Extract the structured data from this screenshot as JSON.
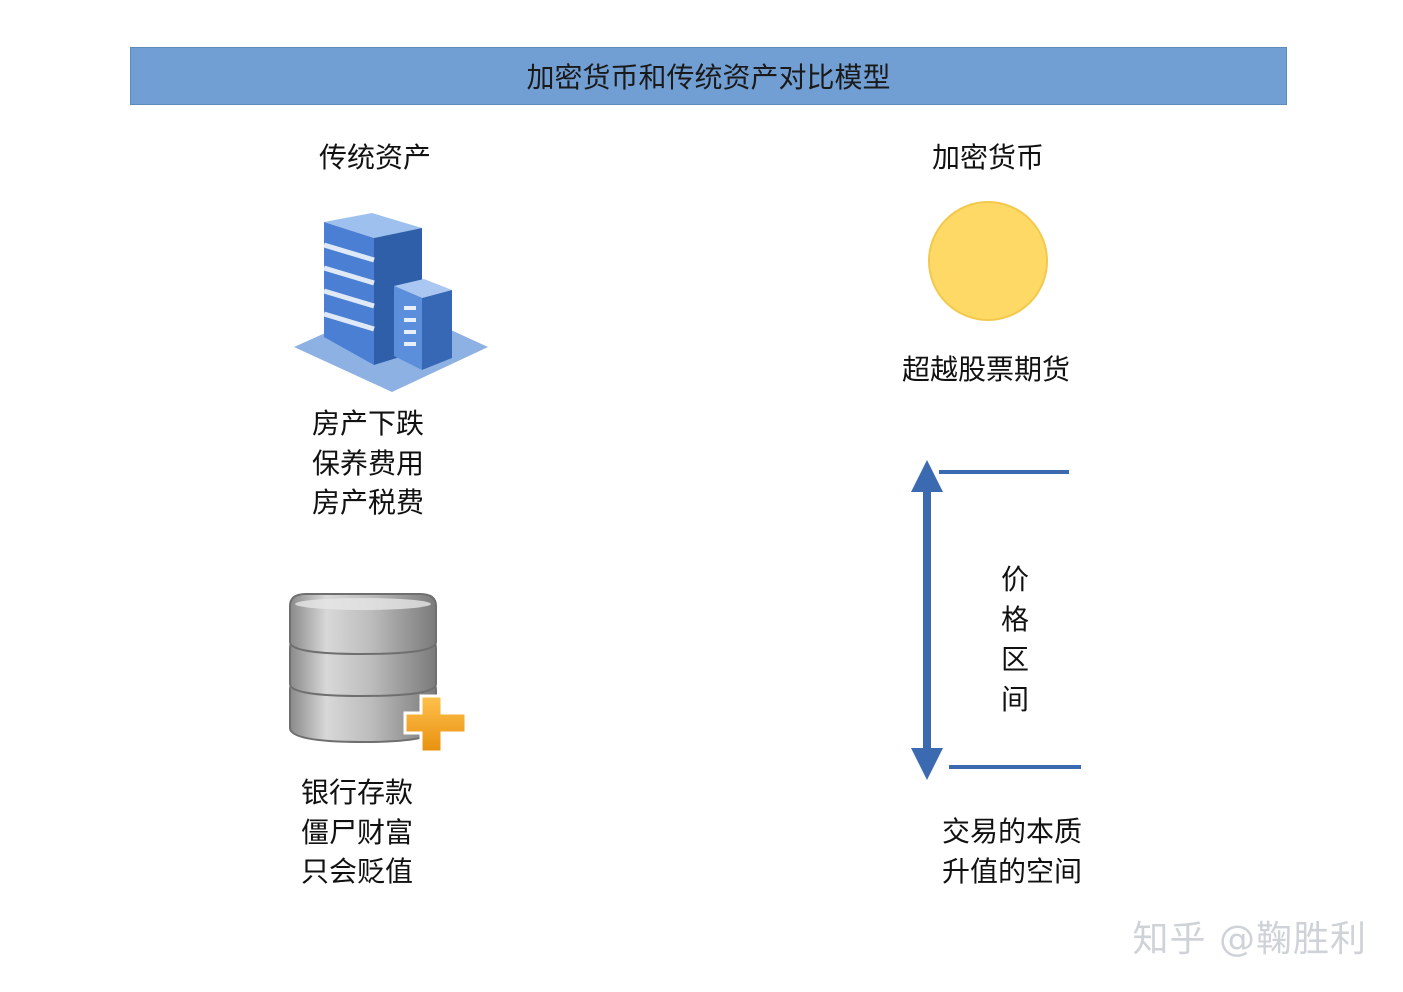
{
  "title": "加密货币和传统资产对比模型",
  "traditional": {
    "heading": "传统资产",
    "real_estate_notes": [
      "房产下跌",
      "保养费用",
      "房产税费"
    ],
    "deposit_notes": [
      "银行存款",
      "僵尸财富",
      "只会贬值"
    ]
  },
  "crypto": {
    "heading": "加密货币",
    "caption": "超越股票期货",
    "price_range_label": [
      "价",
      "格",
      "区",
      "间"
    ],
    "bottom_notes": [
      "交易的本质",
      "升值的空间"
    ]
  },
  "watermark": "知乎 @鞠胜利",
  "colors": {
    "title_bar": "#729fd3",
    "building": "#4472c4",
    "coin": "#ffd966",
    "arrow": "#3c6ab0",
    "plus": "#f5a623"
  },
  "icons": [
    "building-icon",
    "database-plus-icon",
    "coin-icon",
    "double-arrow-icon"
  ]
}
